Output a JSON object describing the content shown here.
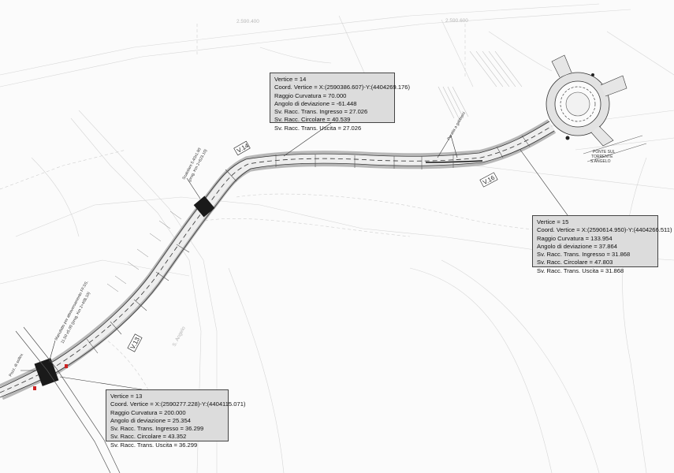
{
  "vertices": [
    {
      "title": "Vertice = 14",
      "coord": "Coord. Vertice = X:(2590386.607)-Y:(4404269.176)",
      "radius": "Raggio Curvatura = 70.000",
      "angle": "Angolo di deviazione = -61.448",
      "trans_in": "Sv. Racc. Trans. Ingresso = 27.026",
      "circular": "Sv. Racc. Circolare = 40.539",
      "trans_out": "Sv. Racc. Trans. Uscita = 27.026"
    },
    {
      "title": "Vertice = 15",
      "coord": "Coord. Vertice = X:(2590614.950)-Y:(4404266.511)",
      "radius": "Raggio Curvatura = 133.954",
      "angle": "Angolo di deviazione = 37.864",
      "trans_in": "Sv. Racc. Trans. Ingresso = 31.868",
      "circular": "Sv. Racc. Circolare = 47.803",
      "trans_out": "Sv. Racc. Trans. Uscita = 31.868"
    },
    {
      "title": "Vertice = 13",
      "coord": "Coord. Vertice = X:(2590277.228)-Y:(4404115.071)",
      "radius": "Raggio Curvatura = 200.000",
      "angle": "Angolo di deviazione = 25.354",
      "trans_in": "Sv. Racc. Trans. Ingresso = 36.299",
      "circular": "Sv. Racc. Circolare = 43.352",
      "trans_out": "Sv. Racc. Trans. Uscita = 36.299"
    }
  ],
  "vertex_labels": {
    "v13": "V.13",
    "v14": "V.14",
    "v16": "V.16"
  },
  "annotations": {
    "pozzo": "Pozz. di sollev.",
    "manufatto_line1": "Manufatto per attraversamento FF.SS.",
    "manufatto_line2": "11.50 x5.00 (prog. Km 2+408.10)",
    "scatolare_line1": "Scatolare 5.40x1.90",
    "scatolare_line2": "(prog. Km 2+623.10)",
    "paratia": "Paratia a gabbioni",
    "ponte_line1": "PONTE SUL",
    "ponte_line2": "TORRENTE",
    "ponte_line3": "S.ANGELO"
  },
  "background_labels": {
    "grid_north_left": "2.590.400",
    "grid_north_right": "2.590.600",
    "river_name": "S. Angelo"
  }
}
